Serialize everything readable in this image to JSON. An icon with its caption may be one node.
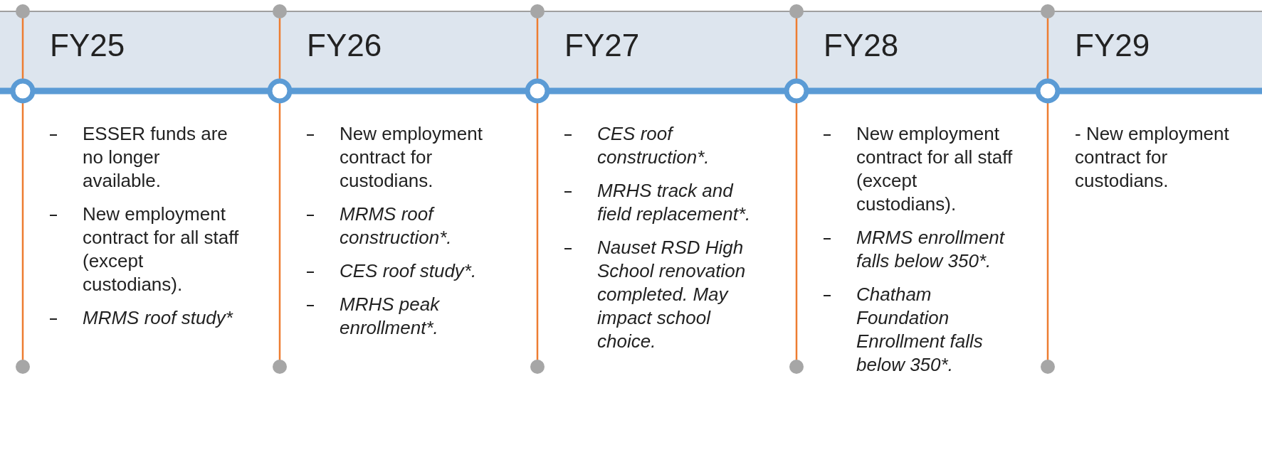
{
  "diagram": {
    "nodes": [
      {
        "text": [
          "FY25",
          "ESSER funds are no longer available.",
          "New employment contract for all staff (except custodians).",
          "MRMS roof study*"
        ]
      },
      {
        "text": [
          "FY26",
          "New employment contract for custodians.",
          "MRMS roof construction*.",
          "CES roof study*.",
          "MRHS peak enrollment*."
        ]
      },
      {
        "text": [
          "FY27",
          "CES roof construction*.",
          "MRHS track and field replacement*.",
          "Nauset RSD High School renovation completed. May impact school choice."
        ]
      },
      {
        "text": [
          "FY28",
          "New employment contract for all staff (except custodians).",
          "MRMS enrollment falls below 350*.",
          "Chatham Foundation Enrollment falls below 350*."
        ]
      },
      {
        "text": [
          "FY29",
          "- New employment contract for custodians."
        ]
      }
    ]
  }
}
